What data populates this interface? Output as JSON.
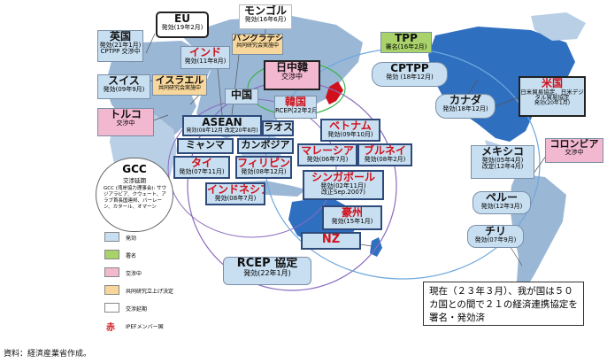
{
  "agreements": {
    "uk": {
      "name": "英国",
      "status": "発効(21年1月)",
      "extra": "CPTPP 交渉中"
    },
    "eu": {
      "name": "EU",
      "status": "発効(19年2月)"
    },
    "mongolia": {
      "name": "モンゴル",
      "status": "発効(16年6月)"
    },
    "bangladesh": {
      "name": "バングラデシュ",
      "status": "共同研究会実施中"
    },
    "india": {
      "name": "インド",
      "status": "発効(11年8月)"
    },
    "switzerland": {
      "name": "スイス",
      "status": "発効(09年9月)"
    },
    "israel": {
      "name": "イスラエル",
      "status": "共同研究会実施中"
    },
    "turkey": {
      "name": "トルコ",
      "status": "交渉中"
    },
    "gcc": {
      "name": "GCC",
      "status": "交渉延期",
      "detail": "GCC (湾岸協力理事会): サウジアラビア、クウェート、アラブ首長国連邦、バーレーン、カタール、オマーン"
    },
    "cjk": {
      "name": "日中韓",
      "status": "交渉中"
    },
    "korea": {
      "name": "韓国",
      "status": "RCEP(22年2月)"
    },
    "china": {
      "name": "中国"
    },
    "asean": {
      "name": "ASEAN",
      "status": "発効(08年12月 改定20年8月)"
    },
    "laos": {
      "name": "ラオス"
    },
    "myanmar": {
      "name": "ミャンマ"
    },
    "cambodia": {
      "name": "カンボジア"
    },
    "thailand": {
      "name": "タイ",
      "status": "発効(07年11月)"
    },
    "philippines": {
      "name": "フィリピン",
      "status": "発効(08年12月)"
    },
    "indonesia": {
      "name": "インドネシア",
      "status": "発効(08年7月)"
    },
    "vietnam": {
      "name": "ベトナム",
      "status": "発効(09年10月)"
    },
    "malaysia": {
      "name": "マレーシア",
      "status": "発効(06年7月)"
    },
    "brunei": {
      "name": "ブルネイ",
      "status": "発効(08年2月)"
    },
    "singapore": {
      "name": "シンガポール",
      "status": "発効(02年11月)",
      "extra": "改正Sep.2007)"
    },
    "australia": {
      "name": "豪州",
      "status": "発効(15年1月)"
    },
    "nz": {
      "name": "NZ"
    },
    "rcep": {
      "name": "RCEP 協定",
      "status": "発効(22年1月)"
    },
    "tpp": {
      "name": "TPP",
      "status": "署名(16年2月)"
    },
    "cptpp": {
      "name": "CPTPP",
      "status": "発効 (18年12月)"
    },
    "canada": {
      "name": "カナダ",
      "status": "発効(18年12月)"
    },
    "usa": {
      "name": "米国",
      "status": "日米貿易協定、日米デジタル貿易協定",
      "extra": "発効(20年1月)"
    },
    "mexico": {
      "name": "メキシコ",
      "status": "発効(05年4月)",
      "extra": "改定(12年4月)"
    },
    "colombia": {
      "name": "コロンビア",
      "status": "交渉中"
    },
    "peru": {
      "name": "ペルー",
      "status": "発効(12年3月)"
    },
    "chile": {
      "name": "チリ",
      "status": "発効(07年9月)"
    }
  },
  "legend": {
    "in_force": "発効",
    "signed": "署名",
    "negotiating": "交渉中",
    "joint_study": "共同研究立上げ決定",
    "postponed": "交渉延期",
    "red_mark": "赤",
    "ipef": "IPEFメンバー国"
  },
  "colors": {
    "in_force": "#c8dff1",
    "signed": "#a9d36a",
    "negotiating": "#f2b8cf",
    "joint_study": "#f7d79b",
    "postponed": "#ffffff",
    "ipef_text": "#d0101a"
  },
  "note": "現在（２３年３月）、我が国は５０カ国との間で２１の経済連携協定を署名・発効済",
  "source": "資料：経済産業省作成。"
}
